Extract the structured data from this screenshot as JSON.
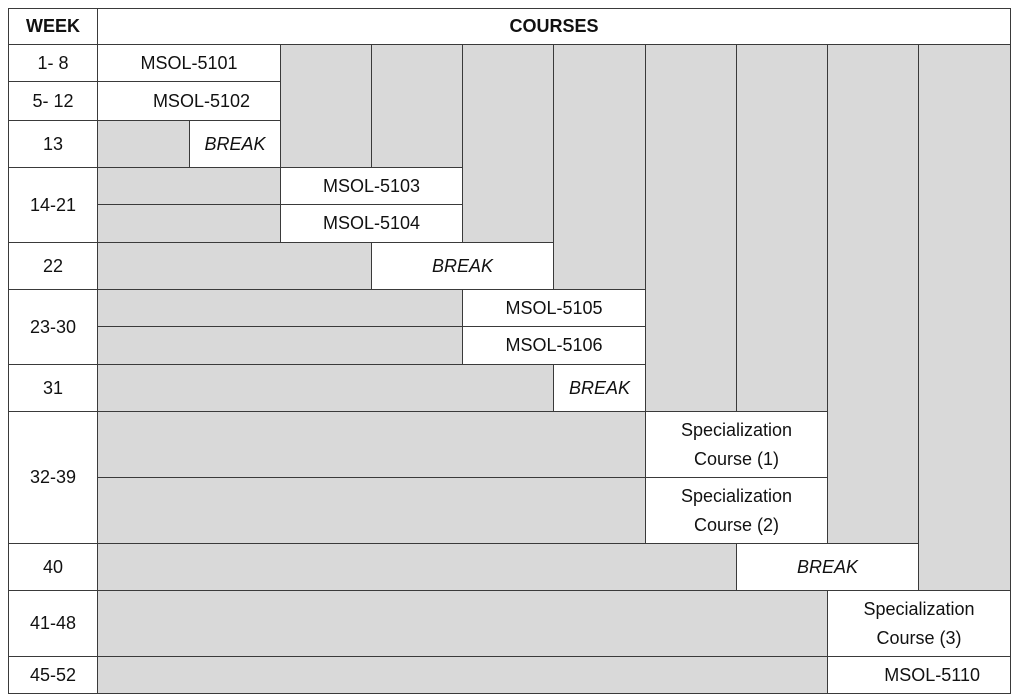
{
  "table": {
    "header": {
      "week": "WEEK",
      "courses": "COURSES"
    },
    "rows": [
      {
        "week": "1- 8"
      },
      {
        "week": "5- 12"
      },
      {
        "week": "13"
      },
      {
        "week": "14-21"
      },
      {
        "week": "22"
      },
      {
        "week": "23-30"
      },
      {
        "week": "31"
      },
      {
        "week": "32-39"
      },
      {
        "week": "40"
      },
      {
        "week": "41-48"
      },
      {
        "week": "45-52"
      }
    ],
    "courses": [
      {
        "label": "MSOL-5101"
      },
      {
        "label": "MSOL-5102"
      },
      {
        "label": "BREAK"
      },
      {
        "label": "MSOL-5103"
      },
      {
        "label": "MSOL-5104"
      },
      {
        "label": "BREAK"
      },
      {
        "label": "MSOL-5105"
      },
      {
        "label": "MSOL-5106"
      },
      {
        "label": "BREAK"
      },
      {
        "label": "Specialization\nCourse (1)"
      },
      {
        "label": "Specialization\nCourse (2)"
      },
      {
        "label": "BREAK"
      },
      {
        "label": "Specialization\nCourse (3)"
      },
      {
        "label": "MSOL-5110"
      }
    ]
  }
}
